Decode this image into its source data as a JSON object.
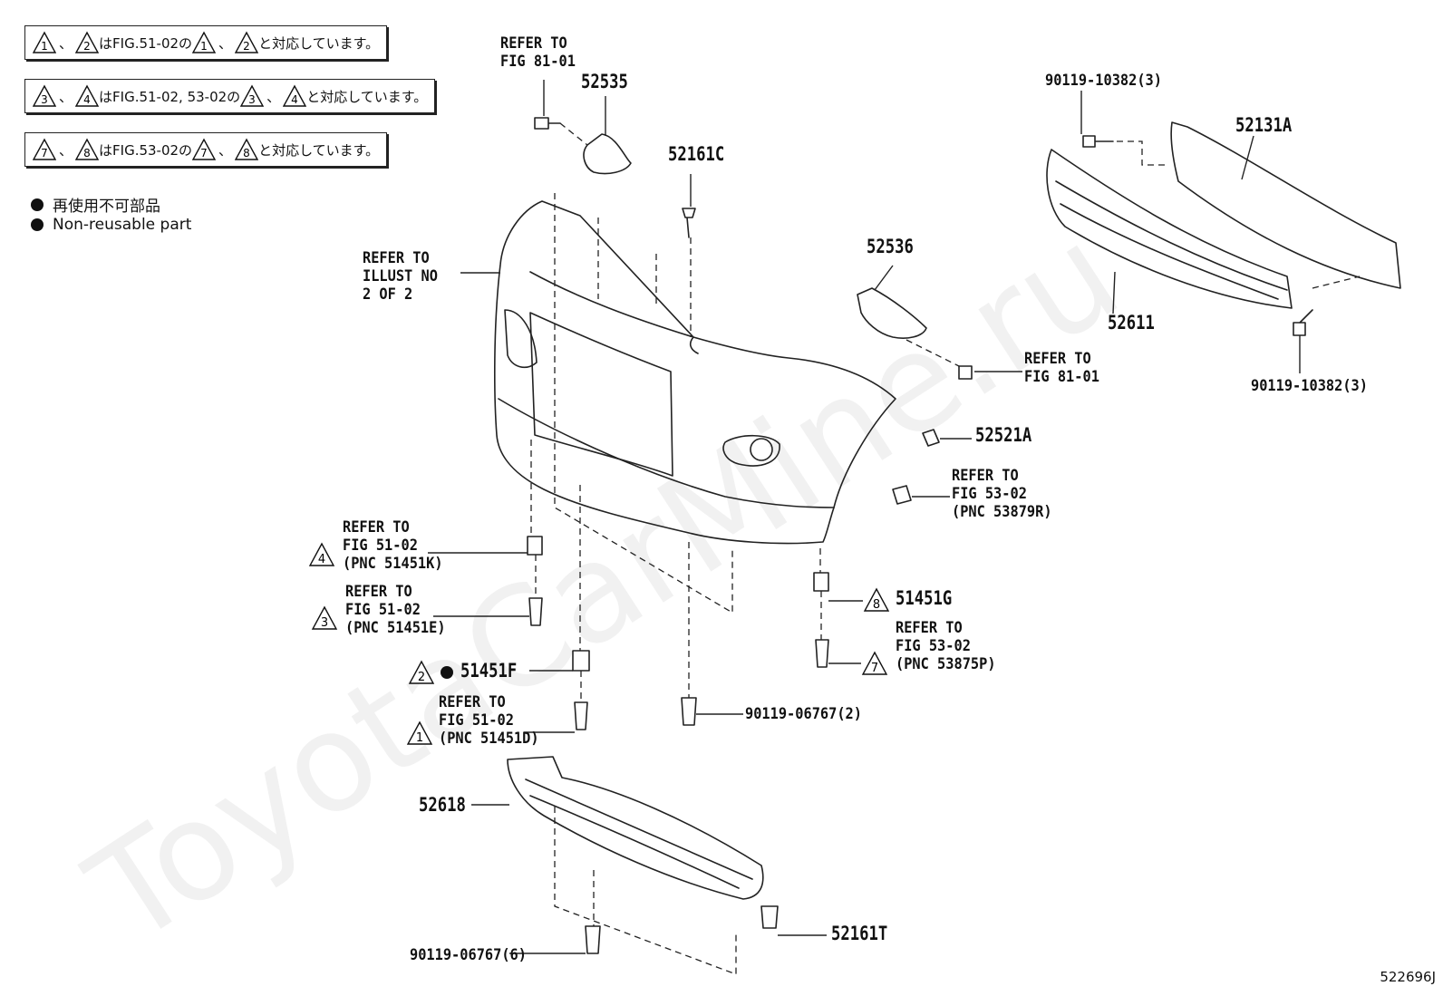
{
  "notes": [
    {
      "a": "1",
      "b": "2",
      "text_mid": "はFIG.51-02の",
      "text_end": "と対応しています。"
    },
    {
      "a": "3",
      "b": "4",
      "text_mid": "はFIG.51-02, 53-02の",
      "text_end": "と対応しています。"
    },
    {
      "a": "7",
      "b": "8",
      "text_mid": "はFIG.53-02の",
      "text_end": "と対応しています。"
    }
  ],
  "note_sep": "、",
  "legend": {
    "ja": "再使用不可部品",
    "en": "Non-reusable part"
  },
  "labels": {
    "refer_81_01_top": "REFER TO\nFIG 81-01",
    "p52535": "52535",
    "p52161c": "52161C",
    "refer_illust": "REFER TO\nILLUST NO\n2 OF 2",
    "p52536": "52536",
    "refer_81_01_mid": "REFER TO\nFIG 81-01",
    "p52521a": "52521A",
    "refer_53_02_r": "REFER TO\nFIG 53-02\n(PNC 53879R)",
    "bolt_top": "90119-10382(3)",
    "p52131a": "52131A",
    "p52611": "52611",
    "bolt_bottom": "90119-10382(3)",
    "refer_51451k": "REFER TO\nFIG 51-02\n(PNC 51451K)",
    "refer_51451e": "REFER TO\nFIG 51-02\n(PNC 51451E)",
    "p51451f": "51451F",
    "refer_51451d": "REFER TO\nFIG 51-02\n(PNC 51451D)",
    "p51451g": "51451G",
    "refer_53875p": "REFER TO\nFIG 53-02\n(PNC 53875P)",
    "bolt_mid": "90119-06767(2)",
    "p52618": "52618",
    "bolt_low": "90119-06767(6)",
    "p52161t": "52161T"
  },
  "markers": {
    "m4": "4",
    "m3": "3",
    "m2": "2",
    "m1": "1",
    "m8": "8",
    "m7": "7"
  },
  "drawing_code": "522696J",
  "watermark": "ToyotaCarMine.ru"
}
